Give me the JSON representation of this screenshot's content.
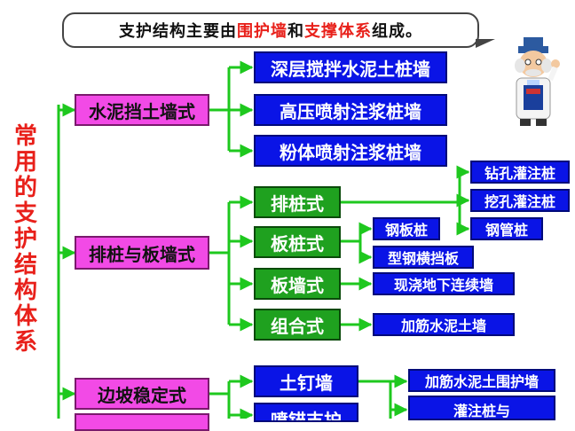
{
  "bubble": {
    "prefix": "支护结构主要由",
    "hl1": "围护墙",
    "mid": "和",
    "hl2": "支撑体系",
    "suffix": "组成。"
  },
  "side_title": "常用的支护结构体系",
  "categories": {
    "cement": "水泥挡土墙式",
    "pile": "排桩与板墙式",
    "slope": "边坡稳定式"
  },
  "cement_items": [
    "深层搅拌水泥土桩墙",
    "高压喷射注浆桩墙",
    "粉体喷射注浆桩墙"
  ],
  "pile_types": {
    "row": "排桩式",
    "sheet": "板桩式",
    "wall": "板墙式",
    "combo": "组合式"
  },
  "row_items": [
    "钻孔灌注桩",
    "挖孔灌注桩",
    "钢管桩"
  ],
  "sheet_items": [
    "钢板桩",
    "型钢横挡板"
  ],
  "wall_items": [
    "现浇地下连续墙"
  ],
  "combo_items": [
    "加筋水泥土墙"
  ],
  "slope_items": {
    "nail": "土钉墙",
    "spray": "喷锚支护"
  },
  "slope_sub": {
    "reinf": "加筋水泥土围护墙",
    "pile_and": "灌注桩与"
  },
  "colors": {
    "arrow": "#1ec81e",
    "pink": "#f24ae6",
    "blue": "#0a14e6",
    "green": "#1fa11f",
    "title_red": "#e8201a"
  }
}
